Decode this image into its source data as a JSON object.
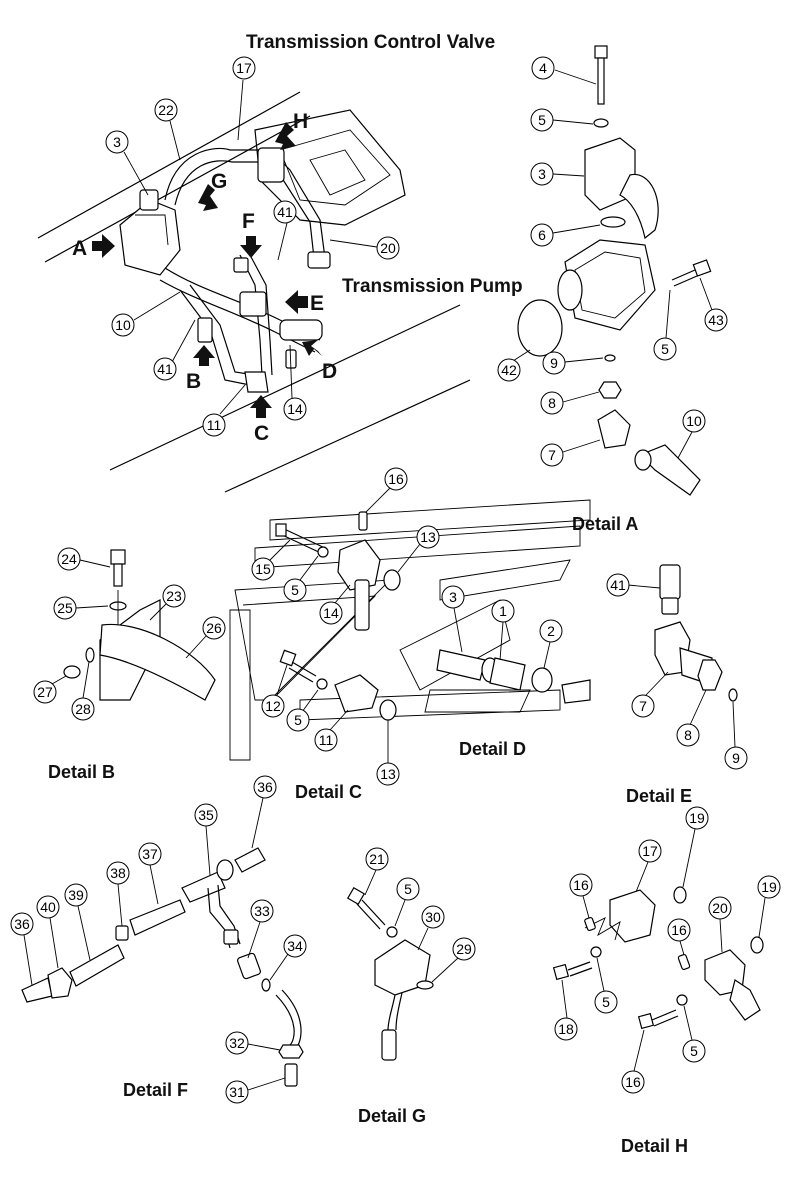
{
  "titles": {
    "main": "Transmission Control Valve",
    "pump": "Transmission Pump"
  },
  "details": {
    "a": "Detail A",
    "b": "Detail B",
    "c": "Detail C",
    "d": "Detail D",
    "e": "Detail E",
    "f": "Detail F",
    "g": "Detail G",
    "h": "Detail H"
  },
  "view_letters": {
    "a": "A",
    "b": "B",
    "c": "C",
    "d": "D",
    "e": "E",
    "f": "F",
    "g": "G",
    "h": "H"
  },
  "callouts": {
    "main": [
      "17",
      "22",
      "3",
      "41",
      "20",
      "10",
      "41",
      "11",
      "14"
    ],
    "pump": [
      "4",
      "5",
      "3",
      "6",
      "43",
      "42",
      "5",
      "9",
      "8",
      "10",
      "7"
    ],
    "detail_c": [
      "16",
      "13",
      "15",
      "5",
      "14",
      "12",
      "5",
      "11",
      "13"
    ],
    "detail_d": [
      "3",
      "1",
      "2"
    ],
    "detail_b": [
      "24",
      "25",
      "23",
      "26",
      "27",
      "28"
    ],
    "detail_e": [
      "41",
      "7",
      "8",
      "9"
    ],
    "detail_f": [
      "36",
      "35",
      "37",
      "38",
      "40",
      "39",
      "36",
      "33",
      "34",
      "32",
      "31"
    ],
    "detail_g": [
      "21",
      "5",
      "30",
      "29"
    ],
    "detail_h": [
      "19",
      "17",
      "16",
      "20",
      "19",
      "16",
      "18",
      "5",
      "5",
      "16"
    ]
  }
}
